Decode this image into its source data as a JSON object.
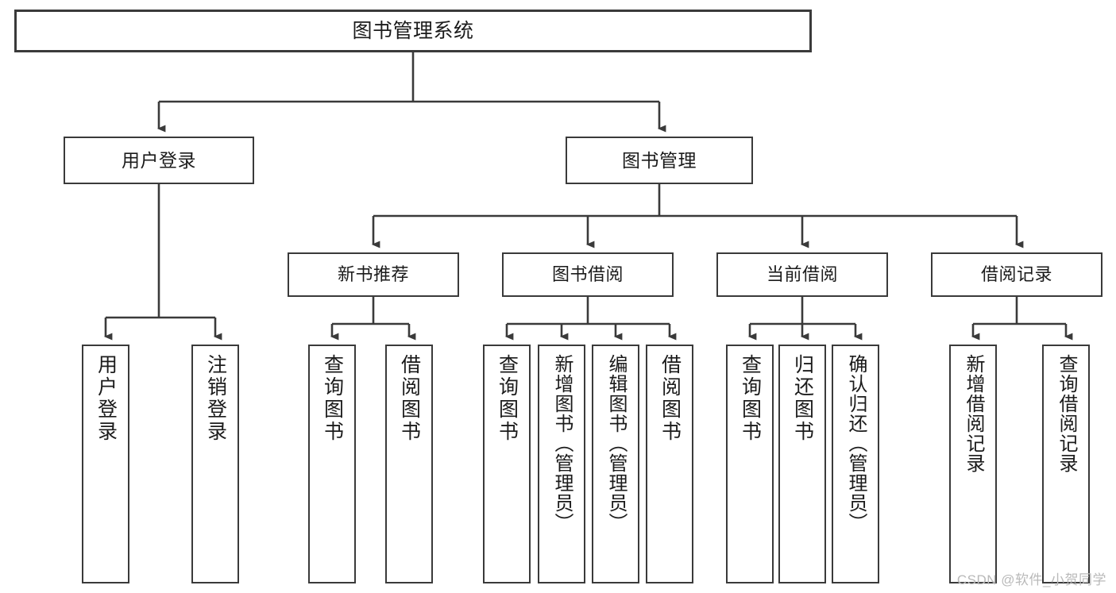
{
  "diagram": {
    "type": "tree-hierarchy",
    "title": "图书管理系统",
    "root": {
      "label": "图书管理系统"
    },
    "level2": [
      {
        "label": "用户登录"
      },
      {
        "label": "图书管理"
      }
    ],
    "level3": [
      {
        "label": "新书推荐"
      },
      {
        "label": "图书借阅"
      },
      {
        "label": "当前借阅"
      },
      {
        "label": "借阅记录"
      }
    ],
    "leaves": {
      "user_login": [
        {
          "label": "用户登录"
        },
        {
          "label": "注销登录"
        }
      ],
      "new_book_recommend": [
        {
          "label": "查询图书"
        },
        {
          "label": "借阅图书"
        }
      ],
      "book_borrow": [
        {
          "label": "查询图书"
        },
        {
          "label": "新增图书（管理员）"
        },
        {
          "label": "编辑图书（管理员）"
        },
        {
          "label": "借阅图书"
        }
      ],
      "current_borrow": [
        {
          "label": "查询图书"
        },
        {
          "label": "归还图书"
        },
        {
          "label": "确认归还（管理员）"
        }
      ],
      "borrow_record": [
        {
          "label": "新增借阅记录"
        },
        {
          "label": "查询借阅记录"
        }
      ]
    }
  },
  "watermark": {
    "text": "CSDN @软件_小贺同学"
  },
  "colors": {
    "box_border": "#3a3a3a",
    "box_fill": "#ffffff",
    "connector": "#3a3a3a",
    "text": "#1b1b1b",
    "watermark": "#b9b9b9",
    "background": "#ffffff"
  }
}
